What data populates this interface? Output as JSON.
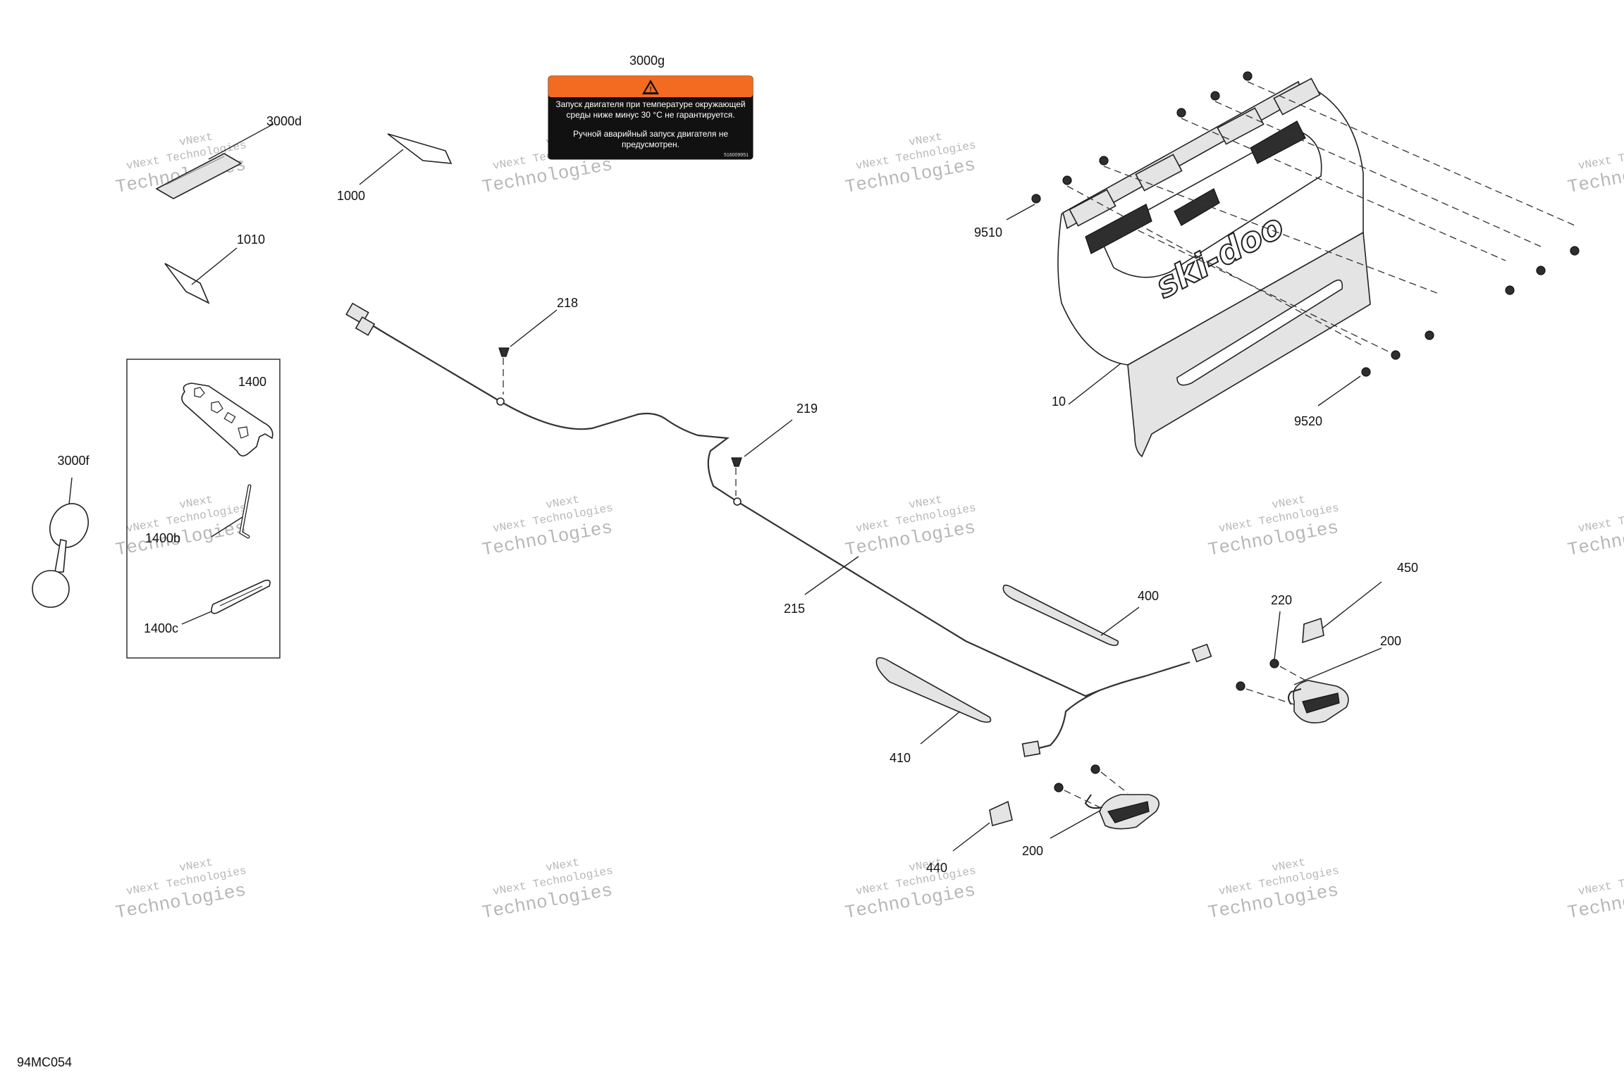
{
  "diagram": {
    "figure_id": "94MC054",
    "watermark": {
      "line1": "vNext Technologies",
      "line2": "Technologies",
      "line3": "vNext"
    },
    "callouts": {
      "c3000g": "3000g",
      "c3000d": "3000d",
      "c1000": "1000",
      "c1010": "1010",
      "c1400": "1400",
      "c1400b": "1400b",
      "c1400c": "1400c",
      "c3000f": "3000f",
      "c218": "218",
      "c219": "219",
      "c215": "215",
      "c9510": "9510",
      "c10": "10",
      "c9520": "9520",
      "c400": "400",
      "c410": "410",
      "c450": "450",
      "c220": "220",
      "c200a": "200",
      "c200b": "200",
      "c440": "440"
    },
    "decal_3000g": {
      "line1": "Запуск двигателя при температуре окружающей",
      "line2": "среды ниже минус 30 °С не гарантируется.",
      "line3": "Ручной аварийный запуск двигателя не",
      "line4": "предусмотрен.",
      "code": "516009951",
      "header_color": "#f26b21"
    },
    "logo_text": "ski-doo"
  }
}
